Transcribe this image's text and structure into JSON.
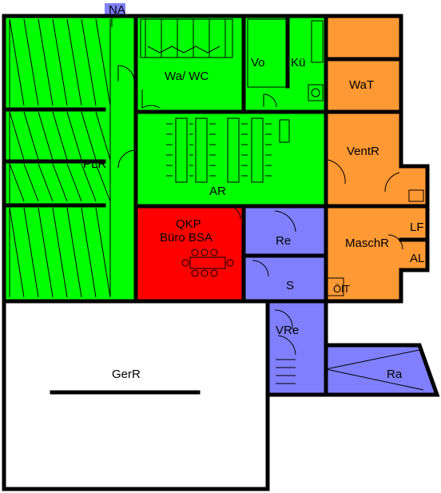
{
  "colors": {
    "green": "#00ff00",
    "orange": "#ff9933",
    "red": "#ff0000",
    "blue": "#8080ff",
    "white": "#ffffff",
    "wall": "#000000"
  },
  "rooms": {
    "na": "NA",
    "wa_wc": "Wa/ WC",
    "vo": "Vo",
    "kue": "Kü",
    "wat": "WaT",
    "plr": "PLR",
    "ventr": "VentR",
    "ar": "AR",
    "qkp": "QKP",
    "buero_bsa": "Büro BSA",
    "re": "Re",
    "maschr": "MaschR",
    "lf": "LF",
    "al": "AL",
    "s": "S",
    "oelt": "ÖlT",
    "vre": "VRe",
    "gerr": "GerR",
    "ra": "Ra"
  }
}
